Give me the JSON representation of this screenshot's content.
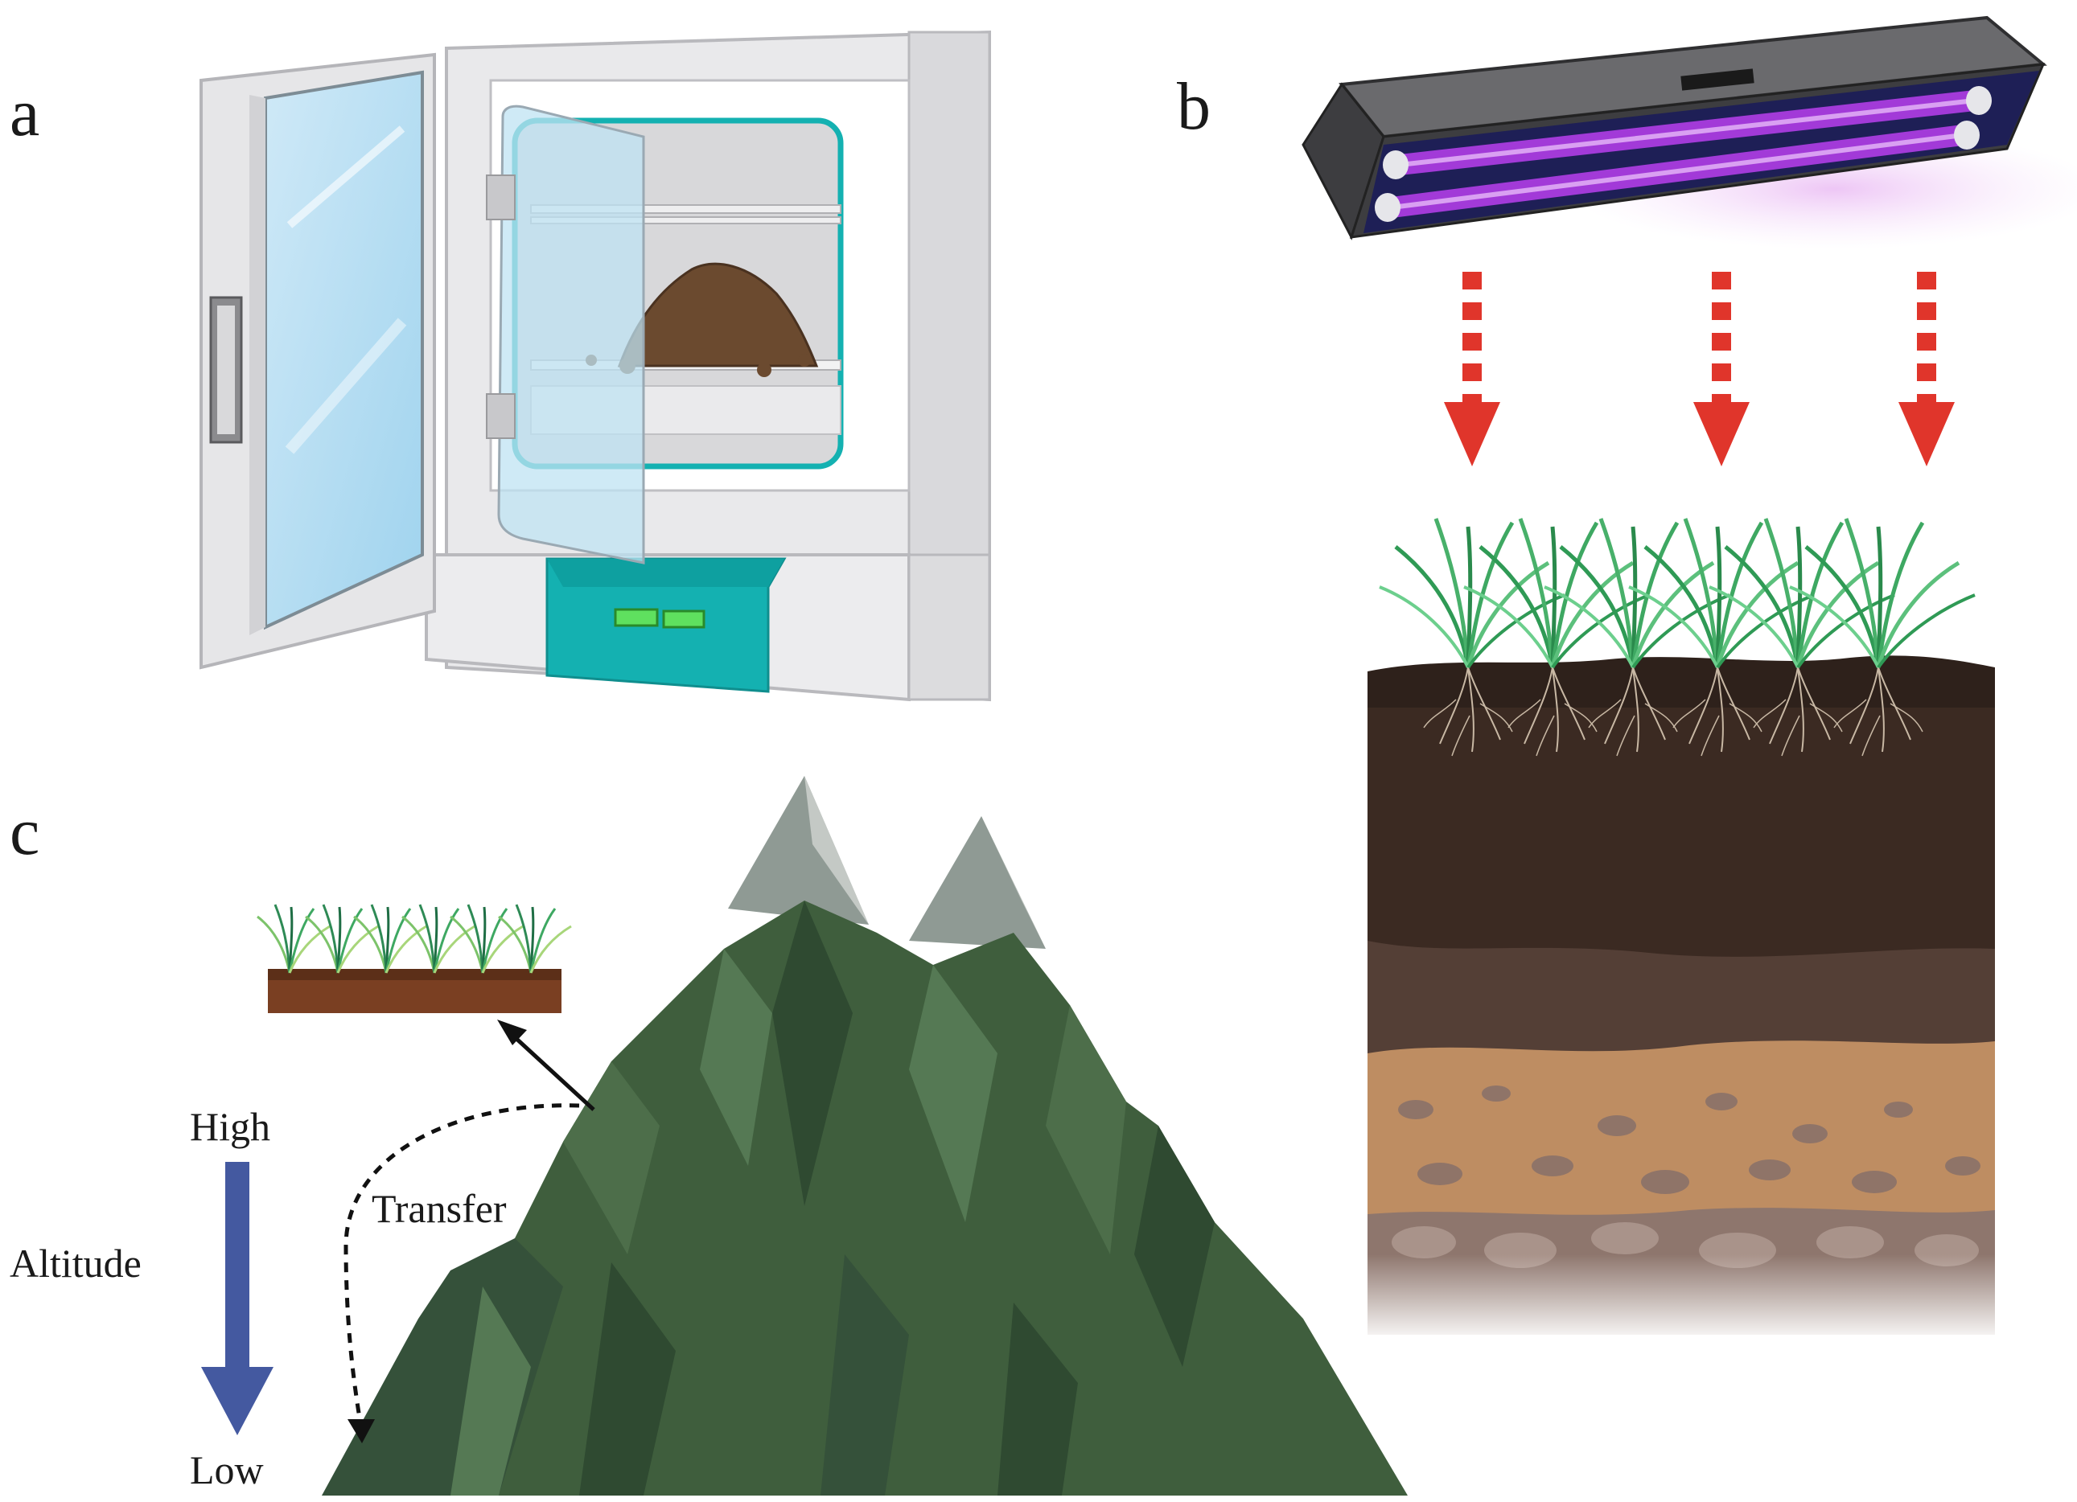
{
  "panels": {
    "a": {
      "letter": "a"
    },
    "b": {
      "letter": "b"
    },
    "c": {
      "letter": "c"
    }
  },
  "labels": {
    "high": "High",
    "low": "Low",
    "altitude": "Altitude",
    "transfer": "Transfer"
  },
  "icons": {
    "panel_a": "incubator-with-soil-icon",
    "panel_b_lamp": "uv-lamp-icon",
    "panel_b_soil": "soil-profile-with-grass-icon",
    "panel_c": "mountain-icon"
  },
  "colors": {
    "uv_arrows": "#e0352b",
    "altitude_arrow": "#4459a0",
    "incubator_teal": "#16b3b3",
    "uv_tube": "#a23ad8",
    "mountain_green": "#3f5e3d",
    "soil_dark": "#3b2a22"
  }
}
